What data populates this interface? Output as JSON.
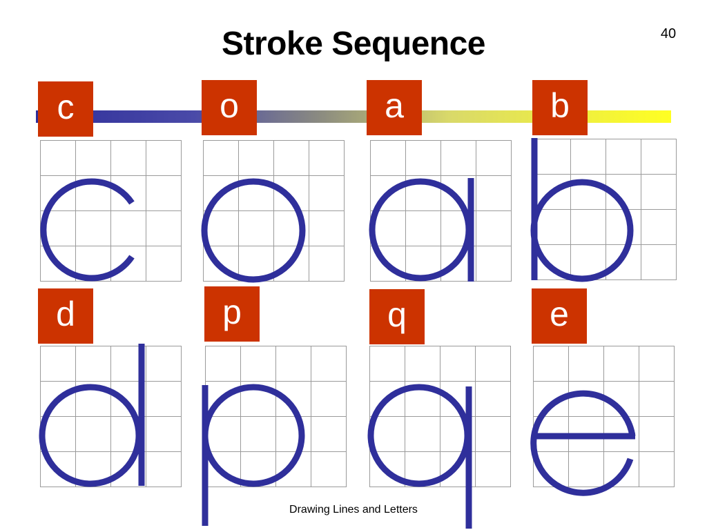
{
  "slide": {
    "title": "Stroke Sequence",
    "page_number": "40",
    "footer": "Drawing Lines and Letters"
  },
  "letters": {
    "c": "c",
    "o": "o",
    "a": "a",
    "b": "b",
    "d": "d",
    "p": "p",
    "q": "q",
    "e": "e"
  },
  "colors": {
    "label_background": "#cc3300",
    "stroke": "#2f2f9b",
    "grid_line": "#9a9a9a",
    "bar_start": "#2e2e9a",
    "bar_end": "#ffff22"
  }
}
